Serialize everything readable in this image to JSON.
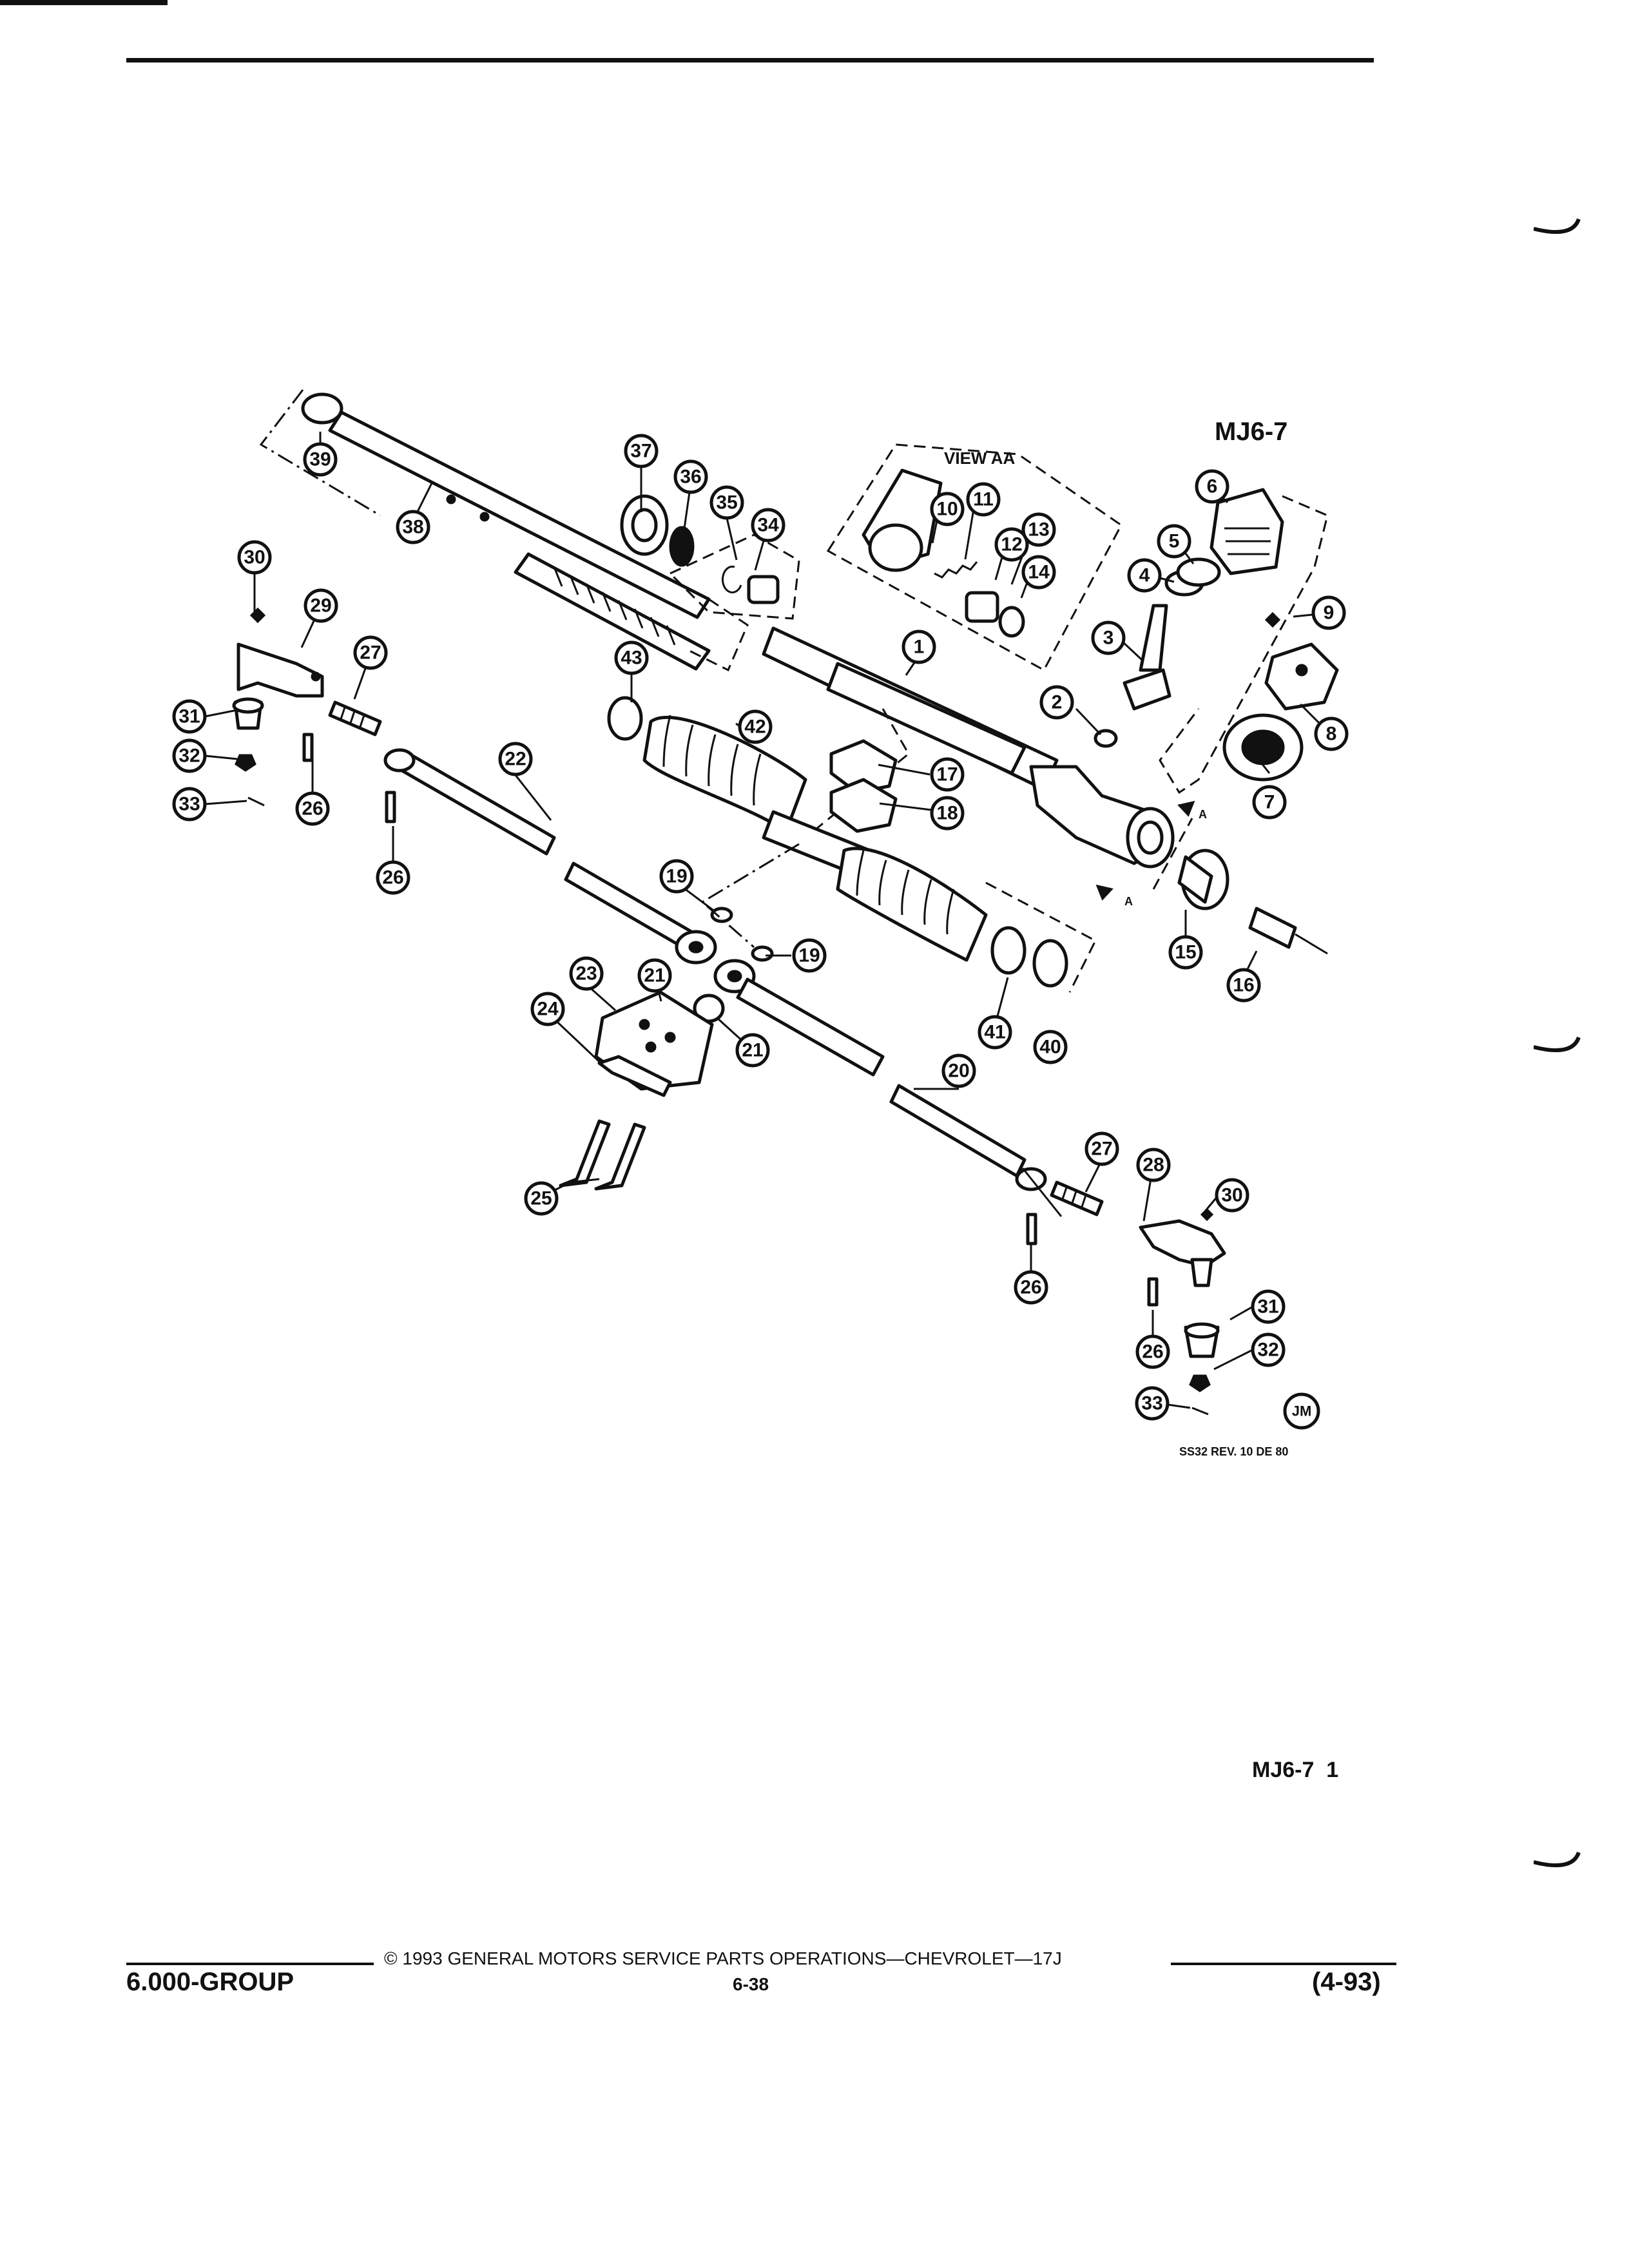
{
  "header": {
    "top_rule": true
  },
  "diagram": {
    "code": "MJ6-7",
    "view_label": "VIEW AA",
    "section_arrow_label": "A",
    "revision": "SS32 REV. 10 DE 80",
    "logo_text": "JM",
    "callouts": [
      "1",
      "2",
      "3",
      "4",
      "5",
      "6",
      "7",
      "8",
      "9",
      "10",
      "11",
      "12",
      "13",
      "14",
      "15",
      "16",
      "17",
      "18",
      "19",
      "19",
      "20",
      "21",
      "21",
      "22",
      "23",
      "24",
      "25",
      "26",
      "26",
      "26",
      "26",
      "27",
      "27",
      "28",
      "29",
      "30",
      "30",
      "31",
      "31",
      "32",
      "32",
      "33",
      "33",
      "34",
      "35",
      "36",
      "37",
      "38",
      "39",
      "40",
      "41",
      "42",
      "43"
    ]
  },
  "page_ref": "MJ6-7  1",
  "footer": {
    "group": "6.000-GROUP",
    "copyright": "© 1993 GENERAL MOTORS SERVICE PARTS OPERATIONS—CHEVROLET—17J",
    "page_number": "6-38",
    "date": "(4-93)"
  }
}
